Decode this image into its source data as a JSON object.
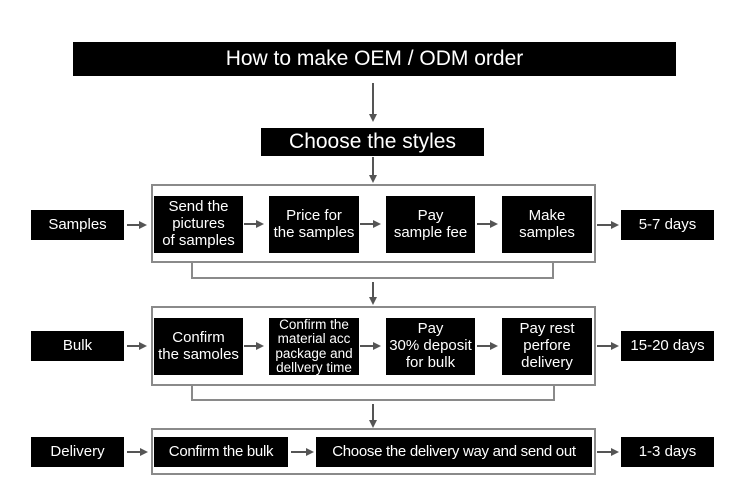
{
  "title": "How to make OEM / ODM order",
  "choose_styles": "Choose the styles",
  "stages": [
    {
      "label": "Samples",
      "steps": [
        "Send the\npictures\nof samples",
        "Price for\nthe samples",
        "Pay\nsample fee",
        "Make\nsamples"
      ],
      "duration": "5-7 days"
    },
    {
      "label": "Bulk",
      "steps": [
        "Confirm\nthe samoles",
        "Confirm the\nmaterial acc\npackage and\ndellvery time",
        "Pay\n30% deposit\nfor bulk",
        "Pay rest\nperfore\ndelivery"
      ],
      "duration": "15-20 days"
    },
    {
      "label": "Delivery",
      "steps": [
        "Confirm the bulk",
        "Choose the delivery way and send out"
      ],
      "duration": "1-3 days"
    }
  ],
  "colors": {
    "block": "#000000",
    "text": "#ffffff",
    "frame": "#8a8a8a",
    "arrow": "#555555"
  }
}
